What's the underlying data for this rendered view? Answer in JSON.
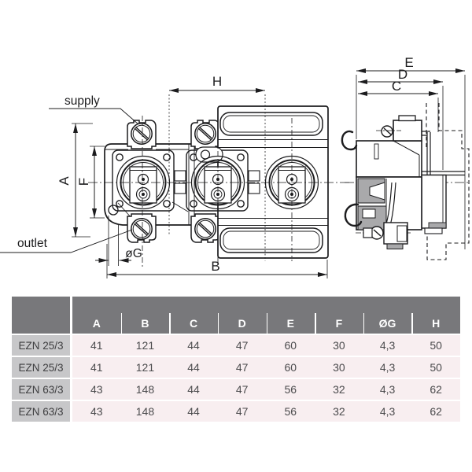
{
  "drawing": {
    "labels": {
      "supply": "supply",
      "outlet": "outlet"
    },
    "dims": {
      "A": "A",
      "B": "B",
      "C": "C",
      "D": "D",
      "E": "E",
      "F": "F",
      "G": "øG",
      "H": "H"
    }
  },
  "table": {
    "headers": [
      "A",
      "B",
      "C",
      "D",
      "E",
      "F",
      "ØG",
      "H"
    ],
    "rows": [
      {
        "model": "EZN 25/3",
        "values": [
          "41",
          "121",
          "44",
          "47",
          "60",
          "30",
          "4,3",
          "50"
        ]
      },
      {
        "model": "EZN 25/3",
        "values": [
          "41",
          "121",
          "44",
          "47",
          "60",
          "30",
          "4,3",
          "50"
        ]
      },
      {
        "model": "EZN 63/3",
        "values": [
          "43",
          "148",
          "44",
          "47",
          "56",
          "32",
          "4,3",
          "62"
        ]
      },
      {
        "model": "EZN 63/3",
        "values": [
          "43",
          "148",
          "44",
          "47",
          "56",
          "32",
          "4,3",
          "62"
        ]
      }
    ]
  },
  "colors": {
    "header_bg": "#78787b",
    "rowlabel_bg": "#c7c7c9",
    "cell_bg": "#f8eef0",
    "line": "#1c1c1e",
    "section_fill": "#a9a9ab"
  }
}
